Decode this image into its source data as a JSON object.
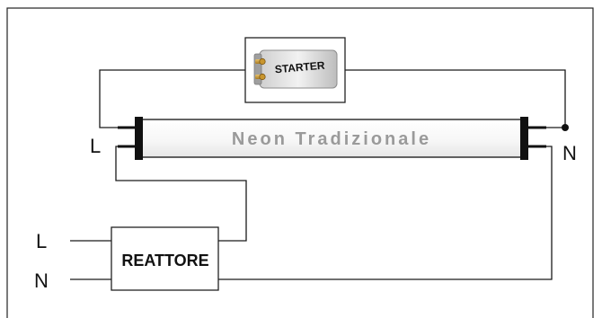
{
  "diagram": {
    "tube_label": "Neon Tradizionale",
    "starter_label": "STARTER",
    "ballast_label": "REATTORE",
    "terminal_labels": {
      "left_tube_L": "L",
      "right_tube_N": "N",
      "supply_L": "L",
      "supply_N": "N"
    }
  }
}
